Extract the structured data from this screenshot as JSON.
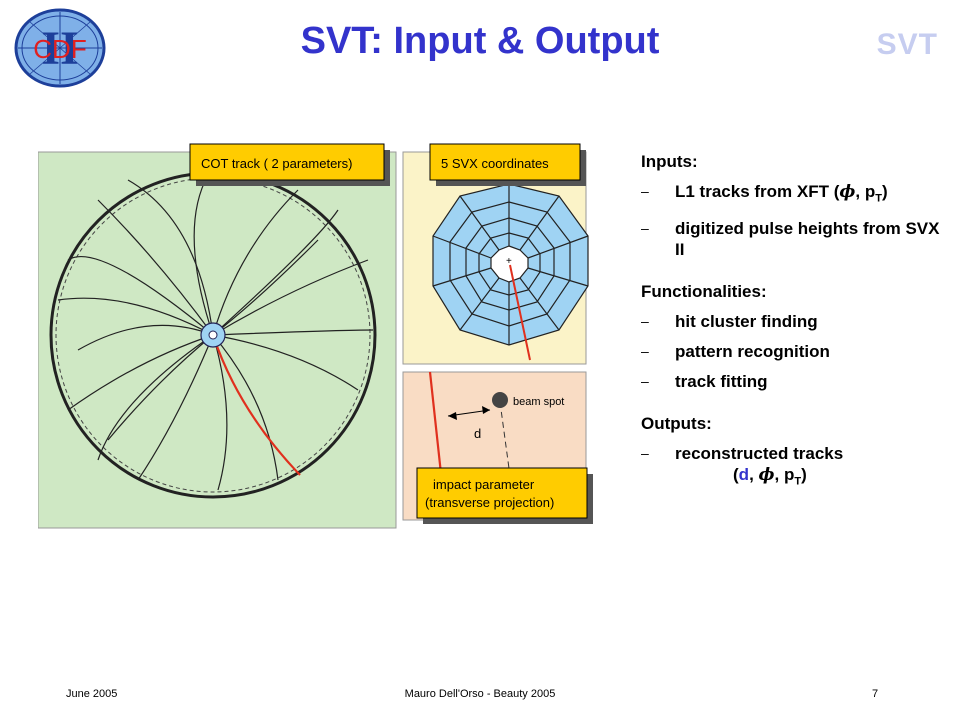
{
  "slide": {
    "title": "SVT: Input & Output",
    "header_tag": "SVT",
    "logo_text": "CDF",
    "logo_numeral": "II"
  },
  "figure": {
    "cot_label": "COT track ( 2 parameters)",
    "svx_label": "5 SVX coordinates",
    "beam_spot_label": "beam spot",
    "d_label": "d",
    "impact_line1": "impact parameter",
    "impact_line2": "(transverse projection)"
  },
  "content": {
    "inputs_header": "Inputs:",
    "input1_prefix": "L1 tracks from XFT (",
    "input1_phi": "ϕ",
    "input1_sep": ", p",
    "input1_sub": "T",
    "input1_suffix": ")",
    "input2": "digitized pulse heights from SVX II",
    "functionalities_header": "Functionalities:",
    "func1": "hit cluster finding",
    "func2": "pattern recognition",
    "func3": "track fitting",
    "outputs_header": "Outputs:",
    "output1": "reconstructed tracks",
    "output1_open": "(",
    "output1_d": "d",
    "output1_sep1": ", ",
    "output1_phi": "ϕ",
    "output1_sep2": ", p",
    "output1_sub": "T",
    "output1_close": ")",
    "dash": "–"
  },
  "footer": {
    "date": "June 2005",
    "center": "Mauro Dell'Orso - Beauty 2005",
    "page": "7"
  },
  "colors": {
    "title": "#3333cc",
    "header_tag": "#c6cdf0",
    "cot_panel": "#cfe8c4",
    "svx_panel": "#fbf3c8",
    "impact_panel": "#f9dcc4",
    "label_box": "#ffcc00",
    "detector_blue": "#9fd3f3",
    "track_red": "#e0301e"
  }
}
